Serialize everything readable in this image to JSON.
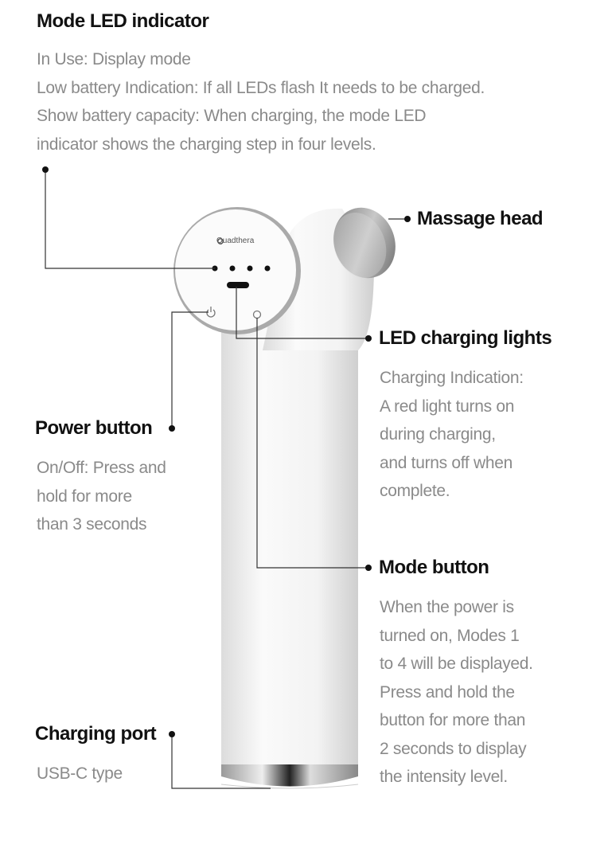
{
  "brand": "Quadthera",
  "callouts": {
    "mode_led": {
      "title": "Mode LED indicator",
      "lines": [
        "In Use: Display mode",
        "Low battery Indication: If all LEDs flash It needs to be charged.",
        "Show battery capacity: When charging, the mode LED",
        "indicator shows the charging step in four levels."
      ]
    },
    "massage_head": {
      "title": "Massage head"
    },
    "led_charging": {
      "title": "LED charging lights",
      "lines": [
        "Charging Indication:",
        "A red light turns on",
        "during charging,",
        "and turns off when",
        "complete."
      ]
    },
    "power_button": {
      "title": "Power button",
      "lines": [
        "On/Off: Press and",
        "hold for more",
        "than 3 seconds"
      ]
    },
    "mode_button": {
      "title": "Mode button",
      "lines": [
        "When the power is",
        "turned on, Modes 1",
        "to 4 will be displayed.",
        "Press and hold the",
        "button for more than",
        "2 seconds to display",
        "the intensity level."
      ]
    },
    "charging_port": {
      "title": "Charging port",
      "lines": [
        "USB-C type"
      ]
    }
  }
}
